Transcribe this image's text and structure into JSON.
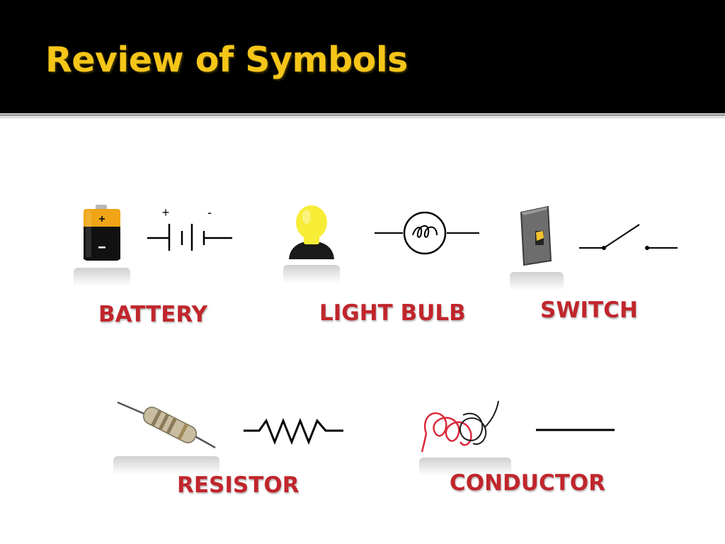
{
  "slide": {
    "title": "Review of Symbols"
  },
  "components": [
    {
      "label": "BATTERY",
      "polarity_plus": "+",
      "polarity_minus": "-"
    },
    {
      "label": "LIGHT BULB"
    },
    {
      "label": "SWITCH"
    },
    {
      "label": "RESISTOR"
    },
    {
      "label": "CONDUCTOR"
    }
  ],
  "colors": {
    "header_background": "#000000",
    "title_text": "#f5c518",
    "label_text": "#c0262c"
  }
}
